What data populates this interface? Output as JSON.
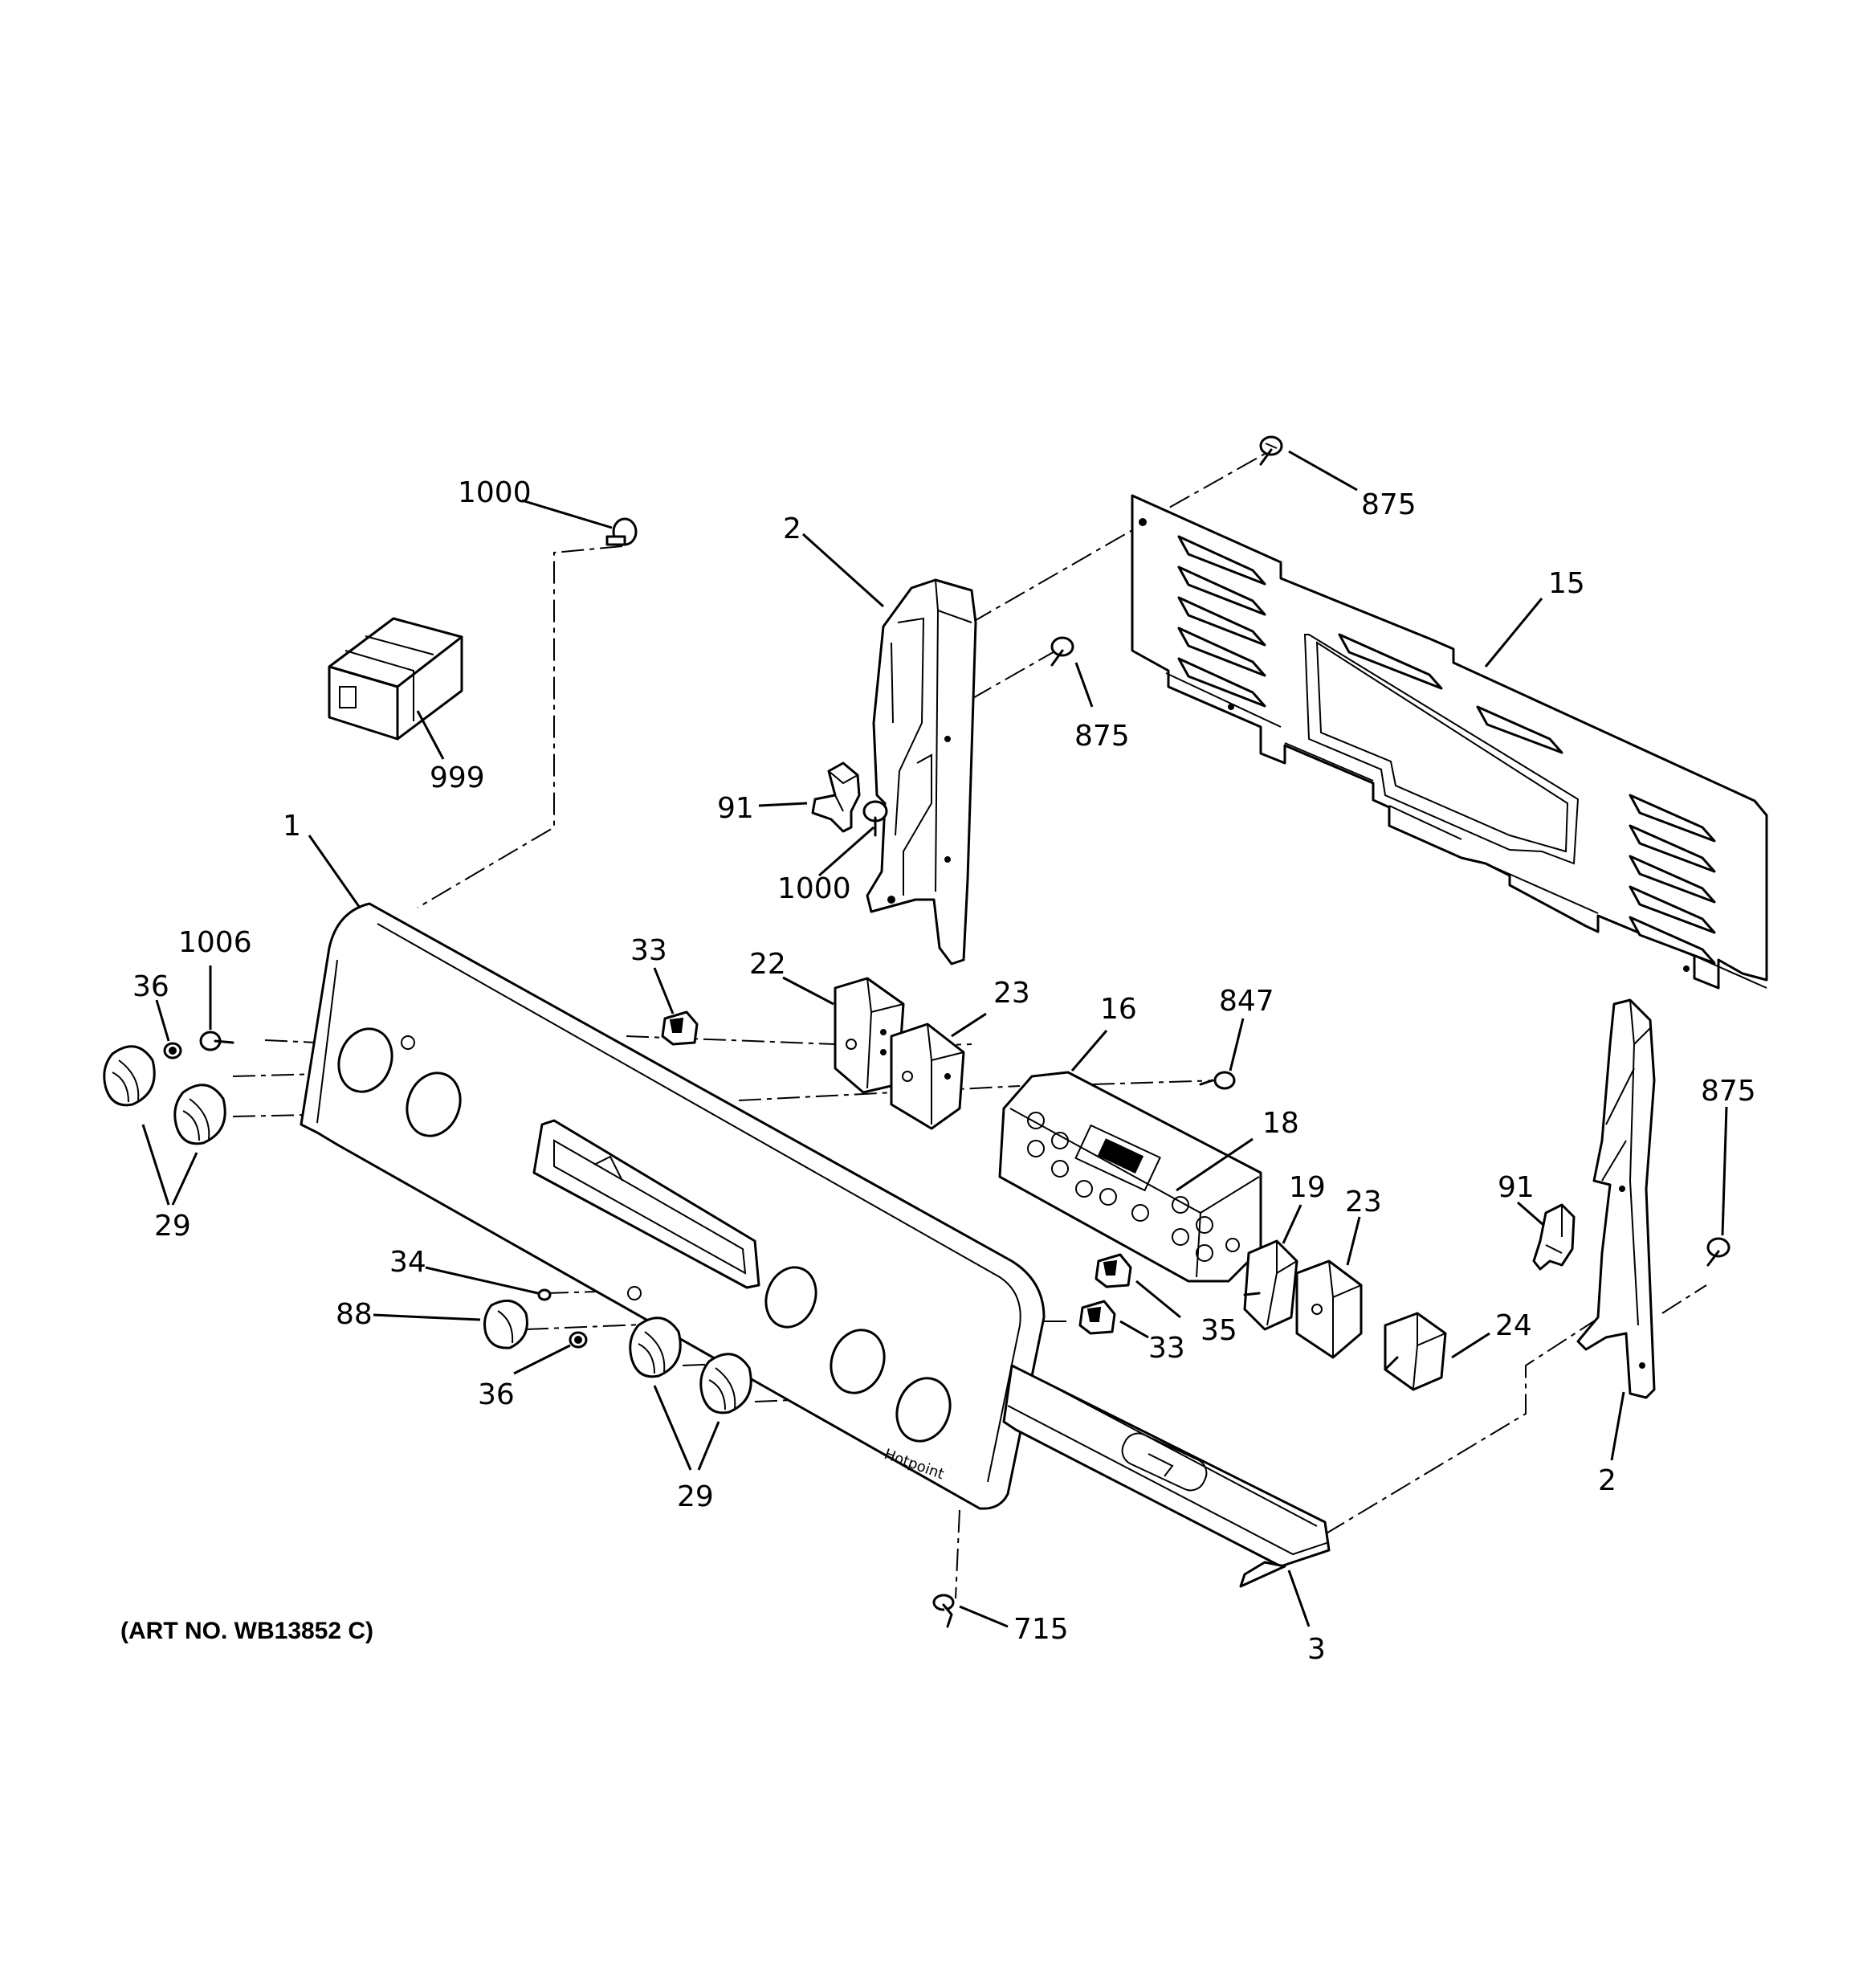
{
  "art_number": "(ART NO. WB13852 C)",
  "callouts": {
    "c1000a": "1000",
    "c999": "999",
    "c1": "1",
    "c1006": "1006",
    "c36a": "36",
    "c29a": "29",
    "c2a": "2",
    "c91a": "91",
    "c1000b": "1000",
    "c875a": "875",
    "c875b": "875",
    "c15": "15",
    "c33a": "33",
    "c22": "22",
    "c23a": "23",
    "c16": "16",
    "c847": "847",
    "c18": "18",
    "c19": "19",
    "c23b": "23",
    "c91b": "91",
    "c875c": "875",
    "c34": "34",
    "c88": "88",
    "c36b": "36",
    "c29b": "29",
    "c35": "35",
    "c33b": "33",
    "c24": "24",
    "c2b": "2",
    "c715": "715",
    "c3": "3"
  }
}
